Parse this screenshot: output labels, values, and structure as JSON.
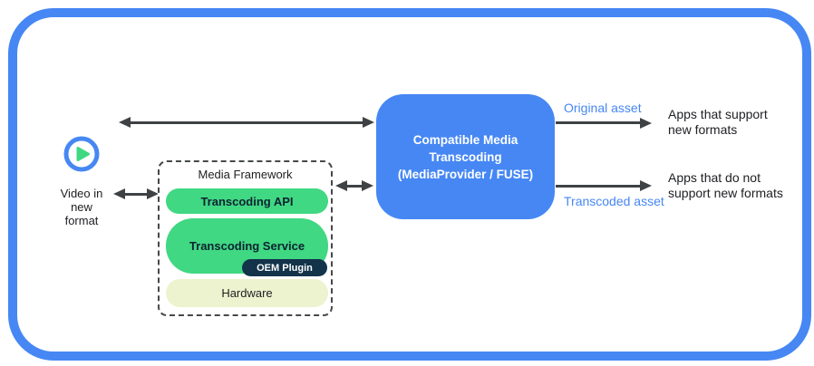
{
  "colors": {
    "blue": "#4687f4",
    "green": "#40d882",
    "dark_navy": "#12334a",
    "pale_yellow_green": "#eef3cf",
    "arrow_gray": "#3f4245",
    "text_dark": "#202124"
  },
  "source": {
    "icon": "play-icon",
    "label": "Video in\nnew\nformat"
  },
  "media_framework": {
    "title": "Media Framework",
    "layers": [
      {
        "label": "Transcoding API"
      },
      {
        "label": "Transcoding Service",
        "plugin": "OEM Plugin"
      },
      {
        "label": "Hardware"
      }
    ]
  },
  "transcoder": {
    "label": "Compatible Media\nTranscoding\n(MediaProvider / FUSE)"
  },
  "outputs": [
    {
      "label": "Original asset",
      "target": "Apps that support\nnew formats"
    },
    {
      "label": "Transcoded asset",
      "target": "Apps that do not\nsupport new formats"
    }
  ]
}
